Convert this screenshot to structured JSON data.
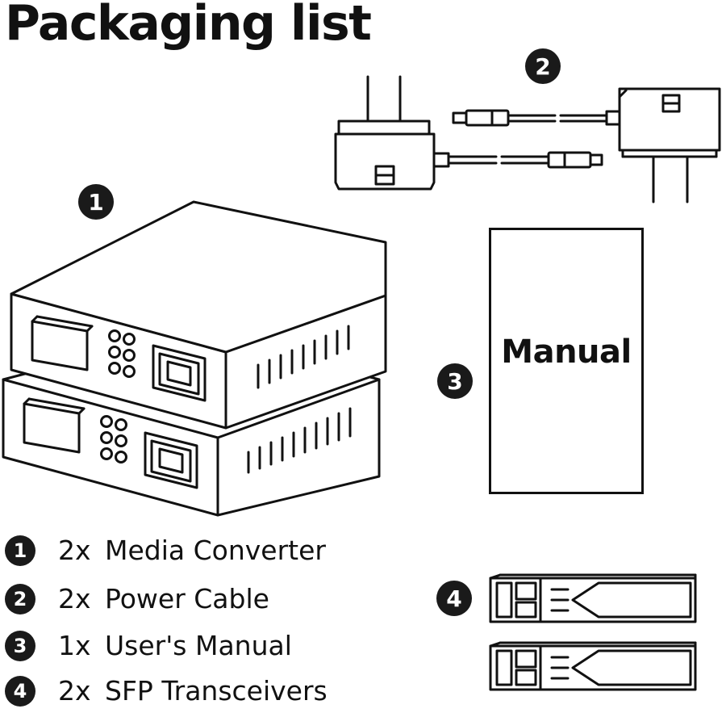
{
  "title": "Packaging list",
  "badges": {
    "converter": "1",
    "power": "2",
    "manual": "3",
    "sfp": "4"
  },
  "manual_label": "Manual",
  "items": [
    {
      "badge": "1",
      "qty": "2x",
      "name": "Media Converter"
    },
    {
      "badge": "2",
      "qty": "2x",
      "name": "Power Cable"
    },
    {
      "badge": "3",
      "qty": "1x",
      "name": "User's Manual"
    },
    {
      "badge": "4",
      "qty": "2x",
      "name": "SFP Transceivers"
    }
  ]
}
